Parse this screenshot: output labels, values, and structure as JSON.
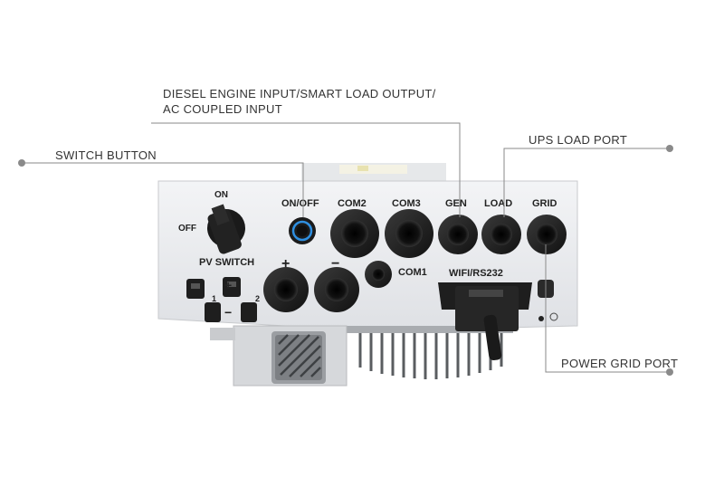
{
  "callouts": {
    "diesel_line1": "DIESEL ENGINE INPUT/SMART LOAD OUTPUT/",
    "diesel_line2": "AC COUPLED INPUT",
    "switch_button": "SWITCH BUTTON",
    "ups_load_port": "UPS LOAD PORT",
    "power_grid_port": "POWER GRID PORT"
  },
  "panel_labels": {
    "on": "ON",
    "off": "OFF",
    "on_off": "ON/OFF",
    "com2": "COM2",
    "com3": "COM3",
    "gen": "GEN",
    "load": "LOAD",
    "grid": "GRID",
    "pv_switch": "PV SWITCH",
    "plus": "+",
    "minus": "−",
    "com1": "COM1",
    "wifi_rs232": "WIFI/RS232",
    "pv1": "1",
    "pv2": "2",
    "pv_plus": "+",
    "pv_minus": "−"
  },
  "colors": {
    "panel": "#ebedf0",
    "port_black": "#1c1c1c",
    "button_ring": "#2f8fe0",
    "leader_line": "#888888"
  }
}
